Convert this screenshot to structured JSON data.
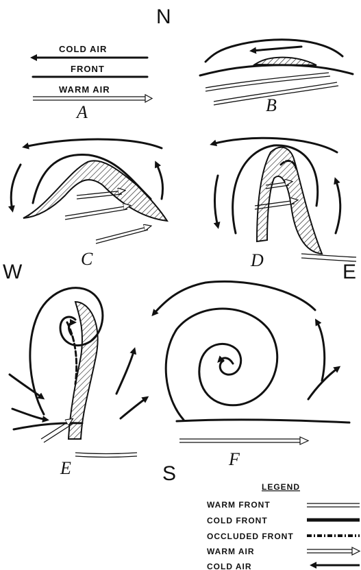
{
  "compass": {
    "north": "N",
    "south": "S",
    "west": "W",
    "east": "E"
  },
  "panel_a": {
    "cold_air": "COLD AIR",
    "front": "FRONT",
    "warm_air": "WARM AIR"
  },
  "panels": [
    "A",
    "B",
    "C",
    "D",
    "E",
    "F"
  ],
  "legend": {
    "title": "LEGEND",
    "items": [
      "WARM FRONT",
      "COLD FRONT",
      "OCCLUDED FRONT",
      "WARM AIR",
      "COLD AIR"
    ]
  },
  "colors": {
    "ink": "#111111",
    "paper": "#ffffff"
  }
}
